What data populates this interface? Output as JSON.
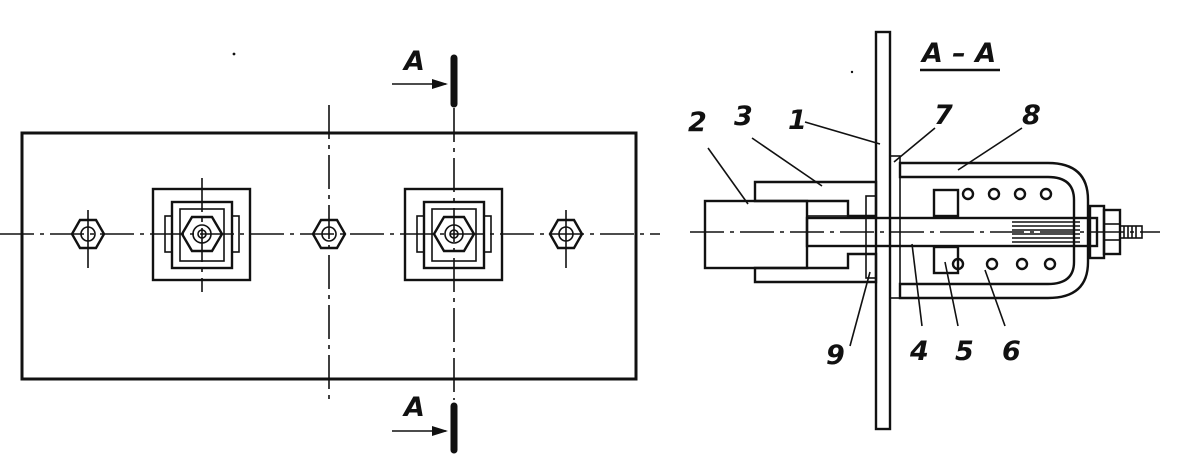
{
  "section": {
    "title": "A – A",
    "cut_top_letter": "A",
    "cut_bottom_letter": "A"
  },
  "callouts": [
    "1",
    "2",
    "3",
    "4",
    "5",
    "6",
    "7",
    "8",
    "9"
  ],
  "colors": {
    "ink": "#111111",
    "paper": "#ffffff"
  }
}
